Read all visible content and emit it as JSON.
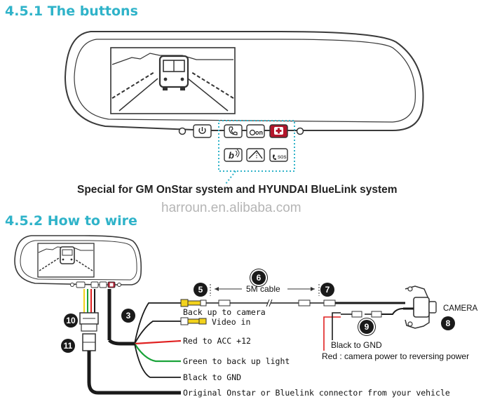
{
  "section1": {
    "heading": "4.5.1 The buttons"
  },
  "section2": {
    "heading": "4.5.2 How to wire"
  },
  "caption": "Special for GM OnStar system and HYUNDAI BlueLink system",
  "watermark": "harroun.en.alibaba.com",
  "buttons": {
    "main_row": [
      "power-icon",
      "phone-icon",
      "onstar-icon",
      "emergency-cross-icon"
    ],
    "extra_row": [
      "bluelink-icon",
      "route-icon",
      "sos-call-icon"
    ],
    "onstar_text": "on",
    "sos_text": "sos",
    "bluelink_text": "b"
  },
  "colors": {
    "heading": "#2fb3c9",
    "highlight": "#2fb3c9",
    "red_wire": "#e02020",
    "green_wire": "#1aa33a",
    "yellow_plug": "#f2d21c",
    "emergency_button": "#b3162b"
  },
  "wiring": {
    "markers": {
      "n5": "5",
      "n6": "6",
      "n7": "7",
      "n3": "3",
      "n8": "8",
      "n9": "9",
      "n10": "10",
      "n11": "11"
    },
    "cable_length": "5M cable",
    "labels": {
      "backup_camera": "Back up to camera",
      "video_in": "Video in",
      "red_acc": "Red to ACC +12",
      "green_backup": "Green to back up light",
      "black_gnd": "Black to GND",
      "connector": "Original Onstar or Bluelink connector from your vehicle",
      "camera": "CAMERA",
      "camera_black_gnd": "Black to GND",
      "camera_red": "Red : camera power to reversing power"
    }
  }
}
